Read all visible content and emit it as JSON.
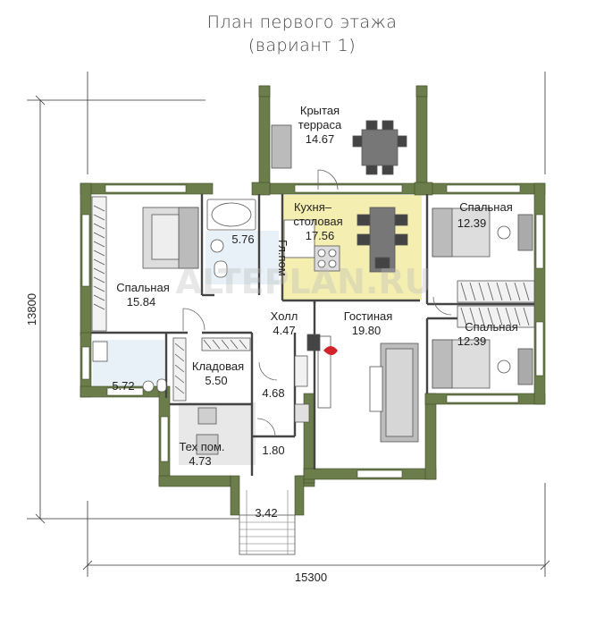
{
  "header": {
    "title": "План первого этажа",
    "subtitle": "(вариант 1)"
  },
  "watermark": "ALTEPLAN.RU",
  "dimensions": {
    "width": "15300",
    "height": "13800"
  },
  "rooms": {
    "terrace": {
      "name_line1": "Крытая",
      "name_line2": "терраса",
      "area": "14.67"
    },
    "kitchen": {
      "name_line1": "Кухня–",
      "name_line2": "столовая",
      "area": "17.56"
    },
    "bedroom_left": {
      "name": "Спальная",
      "area": "15.84"
    },
    "bathroom_top": {
      "area": "5.76"
    },
    "bedroom_top_right": {
      "name": "Спальная",
      "area": "12.39"
    },
    "bedroom_bottom_right": {
      "name": "Спальная",
      "area": "12.39"
    },
    "hall": {
      "name": "Холл",
      "area": "4.47"
    },
    "living": {
      "name": "Гостиная",
      "area": "19.80"
    },
    "bathroom_bottom": {
      "area": "5.72"
    },
    "pantry": {
      "name": "Кладовая",
      "area": "5.50"
    },
    "corridor": {
      "area": "4.68"
    },
    "tech": {
      "name": "Тех пом.",
      "area": "4.73"
    },
    "vestibule": {
      "area": "1.80"
    },
    "porch": {
      "area": "3.42"
    },
    "laundry": {
      "label": "Гл.пом"
    }
  },
  "colors": {
    "wall": "#6b7d4a",
    "kitchen_fill": "#f4eeb0",
    "window": "#ffffff",
    "fireplace": "#d2232a"
  }
}
